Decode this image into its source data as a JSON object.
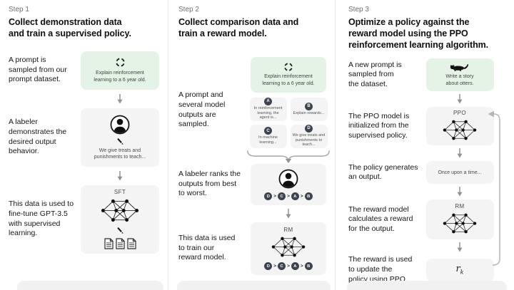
{
  "palette": {
    "prompt_box_bg": "#e4f3e6",
    "figure_box_bg": "#f4f4f4",
    "badge_bg": "#3d4450",
    "arrow": "#8e9499"
  },
  "step1": {
    "label": "Step 1",
    "title": "Collect demonstration data\nand train a supervised policy.",
    "sample_text": "A prompt is\nsampled from our\nprompt dataset.",
    "prompt": "Explain reinforcement\nlearning to a 6 year old.",
    "labeler_text": "A labeler\ndemonstrates the\ndesired output\nbehavior.",
    "demonstration": "We give treats and\npunishments to teach...",
    "finetune_text": "This data is used to\nfine-tune GPT-3.5\nwith supervised\nlearning.",
    "model_label": "SFT"
  },
  "step2": {
    "label": "Step 2",
    "title": "Collect comparison data and\ntrain a reward model.",
    "sample_text": "A prompt and\nseveral model\noutputs are\nsampled.",
    "prompt": "Explain reinforcement\nlearning to a 6 year old.",
    "outputs": [
      {
        "letter": "A",
        "text": "In reinforcement\nlearning, the\nagent is..."
      },
      {
        "letter": "B",
        "text": "Explain rewards..."
      },
      {
        "letter": "C",
        "text": "In machine\nlearning..."
      },
      {
        "letter": "D",
        "text": "We give treats and\npunishments to\nteach..."
      }
    ],
    "rank_text": "A labeler ranks the\noutputs from best\nto worst.",
    "ranking": [
      "D",
      "C",
      "A",
      "B"
    ],
    "rank_sep": ">",
    "train_text": "This data is used\nto train our\nreward model.",
    "model_label": "RM"
  },
  "step3": {
    "label": "Step 3",
    "title": "Optimize a policy against the\nreward model using the PPO\nreinforcement learning algorithm.",
    "sample_text": "A new prompt is\nsampled from\nthe dataset.",
    "prompt": "Write a story\nabout otters.",
    "init_text": "The PPO model is\ninitialized from the\nsupervised policy.",
    "ppo_label": "PPO",
    "output_text": "The policy generates\nan output.",
    "output": "Once upon a time...",
    "reward_calc_text": "The reward model\ncalculates a reward\nfor the output.",
    "rm_label": "RM",
    "update_text": "The reward is used\nto update the\npolicy using PPO.",
    "reward_var": "r",
    "reward_var_sub": "k"
  }
}
